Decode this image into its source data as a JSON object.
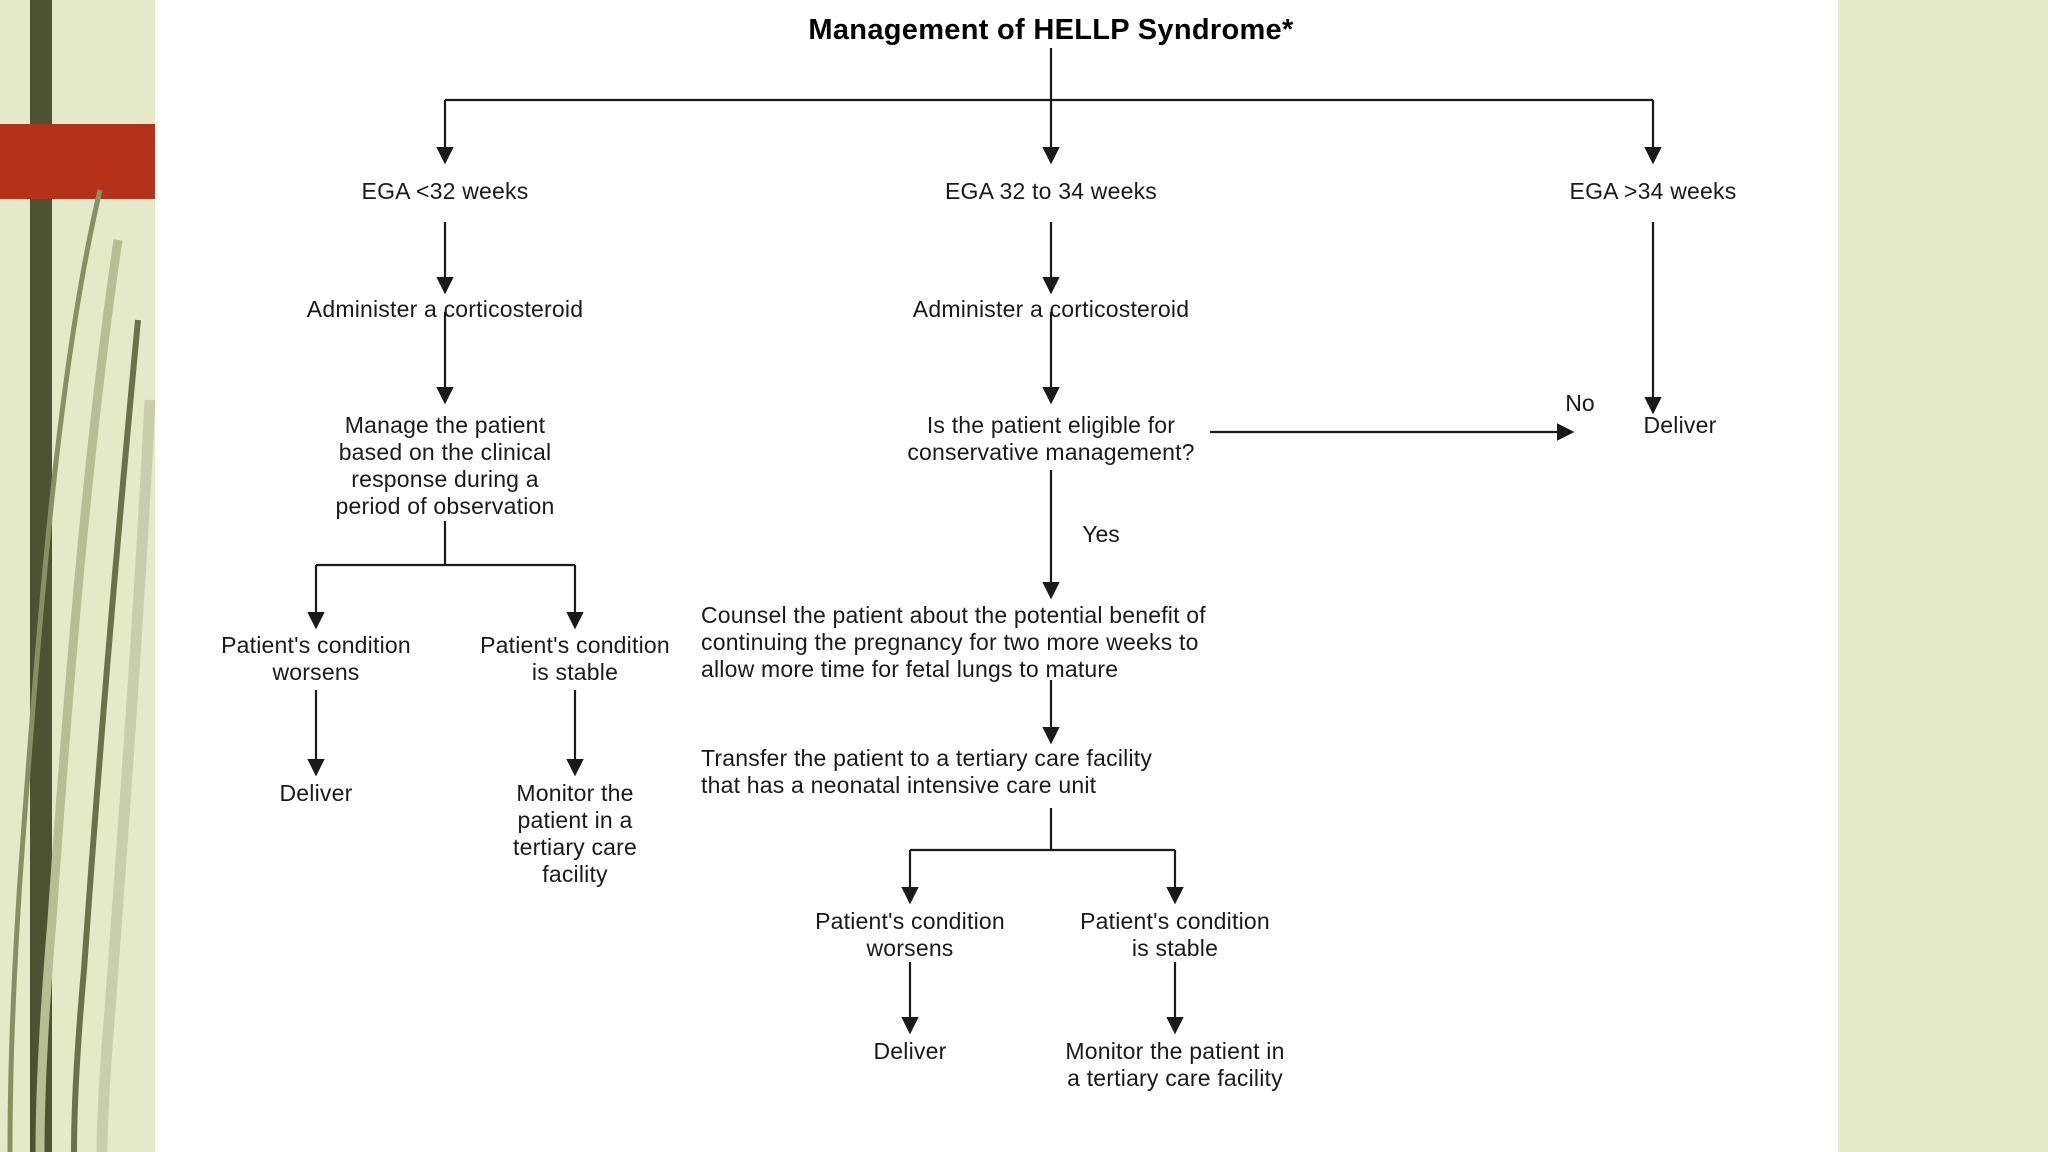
{
  "slide": {
    "title": "Management of HELLP Syndrome*",
    "accent_red": "#b4311a",
    "accent_band": "#e4e9c8",
    "accent_dark": "#4e5233"
  },
  "chart_data": {
    "type": "diagram",
    "title": "Management of HELLP Syndrome*",
    "nodes": [
      {
        "id": "root",
        "label": "Management of HELLP Syndrome*"
      },
      {
        "id": "ega_lt32",
        "label": "EGA <32 weeks"
      },
      {
        "id": "ega_32_34",
        "label": "EGA 32 to 34 weeks"
      },
      {
        "id": "ega_gt34",
        "label": "EGA >34 weeks"
      },
      {
        "id": "cortico_a",
        "label": "Administer a corticosteroid"
      },
      {
        "id": "cortico_b",
        "label": "Administer a corticosteroid"
      },
      {
        "id": "manage_obs",
        "label": "Manage the patient\nbased on the clinical\nresponse during a\nperiod of observation"
      },
      {
        "id": "eligible_q",
        "label": "Is the patient eligible for\nconservative management?"
      },
      {
        "id": "deliver_r",
        "label": "Deliver"
      },
      {
        "id": "worsens_l",
        "label": "Patient's condition\nworsens"
      },
      {
        "id": "stable_l",
        "label": "Patient's condition\nis stable"
      },
      {
        "id": "deliver_l",
        "label": "Deliver"
      },
      {
        "id": "monitor_l",
        "label": "Monitor the\npatient in a\ntertiary care\nfacility"
      },
      {
        "id": "counsel",
        "label": "Counsel the patient about the potential benefit of\ncontinuing the pregnancy for two more weeks to\nallow more time for fetal lungs to mature"
      },
      {
        "id": "transfer",
        "label": "Transfer the patient to a tertiary care facility\nthat has a neonatal intensive care unit"
      },
      {
        "id": "worsens_m",
        "label": "Patient's condition\nworsens"
      },
      {
        "id": "stable_m",
        "label": "Patient's condition\nis stable"
      },
      {
        "id": "deliver_m",
        "label": "Deliver"
      },
      {
        "id": "monitor_m",
        "label": "Monitor the patient in\na tertiary care facility"
      }
    ],
    "edge_labels": [
      {
        "id": "edge_no",
        "label": "No"
      },
      {
        "id": "edge_yes",
        "label": "Yes"
      }
    ],
    "edges": [
      {
        "from": "root",
        "to": "ega_lt32"
      },
      {
        "from": "root",
        "to": "ega_32_34"
      },
      {
        "from": "root",
        "to": "ega_gt34"
      },
      {
        "from": "ega_lt32",
        "to": "cortico_a"
      },
      {
        "from": "ega_32_34",
        "to": "cortico_b"
      },
      {
        "from": "ega_gt34",
        "to": "deliver_r"
      },
      {
        "from": "cortico_a",
        "to": "manage_obs"
      },
      {
        "from": "cortico_b",
        "to": "eligible_q"
      },
      {
        "from": "eligible_q",
        "to": "deliver_r",
        "label": "No"
      },
      {
        "from": "eligible_q",
        "to": "counsel",
        "label": "Yes"
      },
      {
        "from": "manage_obs",
        "to": "worsens_l"
      },
      {
        "from": "manage_obs",
        "to": "stable_l"
      },
      {
        "from": "worsens_l",
        "to": "deliver_l"
      },
      {
        "from": "stable_l",
        "to": "monitor_l"
      },
      {
        "from": "counsel",
        "to": "transfer"
      },
      {
        "from": "transfer",
        "to": "worsens_m"
      },
      {
        "from": "transfer",
        "to": "stable_m"
      },
      {
        "from": "worsens_m",
        "to": "deliver_m"
      },
      {
        "from": "stable_m",
        "to": "monitor_m"
      }
    ]
  }
}
